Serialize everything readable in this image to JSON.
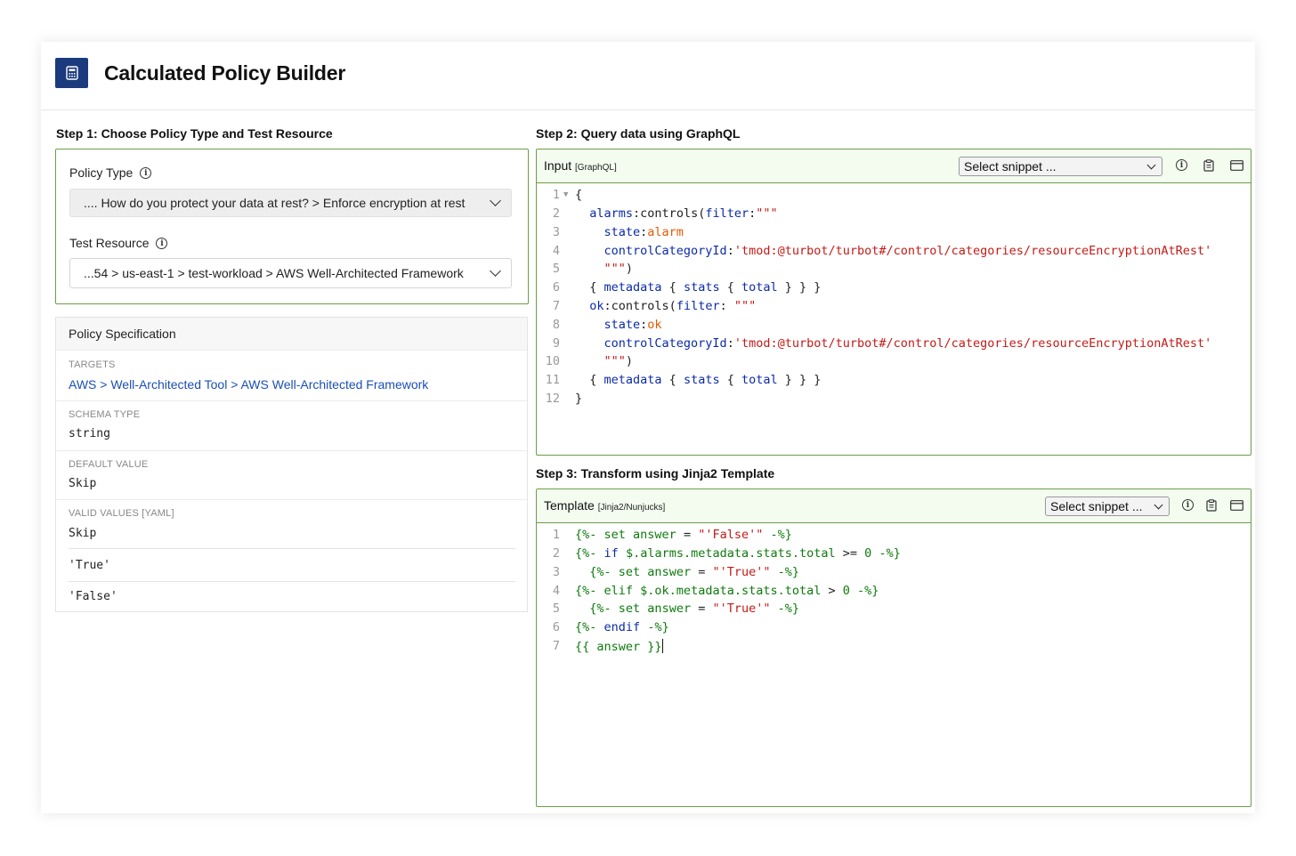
{
  "app": {
    "title": "Calculated Policy Builder",
    "logo_icon": "calculator-icon"
  },
  "step1": {
    "label": "Step 1: Choose Policy Type and Test Resource",
    "policy_type_label": "Policy Type",
    "policy_type_value": ".... How do you protect your data at rest? > Enforce encryption at rest",
    "test_resource_label": "Test Resource",
    "test_resource_value": "...54 > us-east-1 > test-workload > AWS Well-Architected Framework"
  },
  "spec": {
    "title": "Policy Specification",
    "targets_label": "TARGETS",
    "targets_value": "AWS > Well-Architected Tool > AWS Well-Architected Framework",
    "schema_type_label": "SCHEMA TYPE",
    "schema_type_value": "string",
    "default_value_label": "DEFAULT VALUE",
    "default_value_value": "Skip",
    "valid_values_label": "VALID VALUES [YAML]",
    "valid_values": [
      "Skip",
      "'True'",
      "'False'"
    ]
  },
  "step2": {
    "label": "Step 2: Query data using GraphQL",
    "editor_title": "Input",
    "editor_lang": "[GraphQL]",
    "snippet_placeholder": "Select snippet ...",
    "line_numbers": [
      "1",
      "2",
      "3",
      "4",
      "5",
      "6",
      "7",
      "8",
      "9",
      "10",
      "11",
      "12"
    ]
  },
  "step3": {
    "label": "Step 3: Transform using Jinja2 Template",
    "editor_title": "Template",
    "editor_lang": "[Jinja2/Nunjucks]",
    "snippet_placeholder": "Select snippet ...",
    "line_numbers": [
      "1",
      "2",
      "3",
      "4",
      "5",
      "6",
      "7"
    ]
  },
  "colors": {
    "accent_border": "#6b9e49",
    "logo_bg": "#1c3a7e",
    "link": "#1b4fb5",
    "editor_header_bg": "#f4fbef"
  }
}
